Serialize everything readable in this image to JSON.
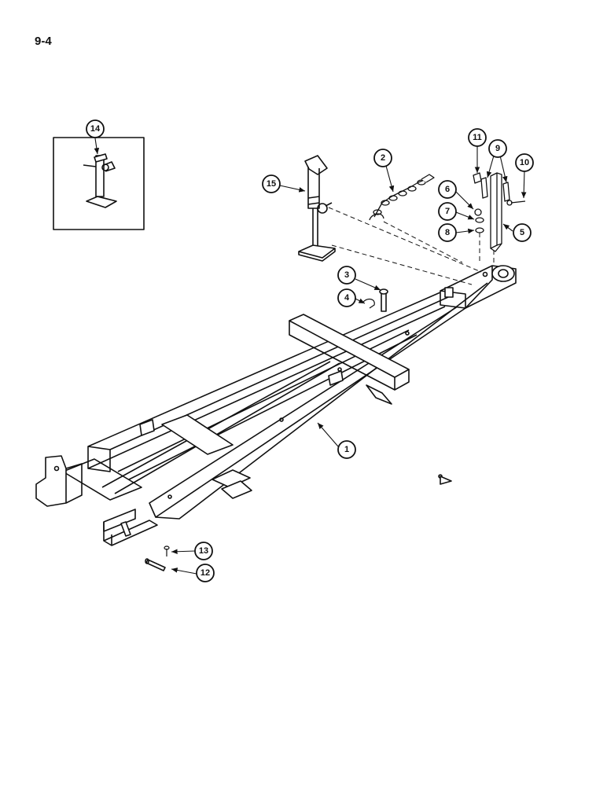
{
  "page": {
    "number": "9-4"
  },
  "callouts": {
    "c1": "1",
    "c2": "2",
    "c3": "3",
    "c4": "4",
    "c5": "5",
    "c6": "6",
    "c7": "7",
    "c8": "8",
    "c9": "9",
    "c10": "10",
    "c11": "11",
    "c12": "12",
    "c13": "13",
    "c14": "14",
    "c15": "15"
  }
}
